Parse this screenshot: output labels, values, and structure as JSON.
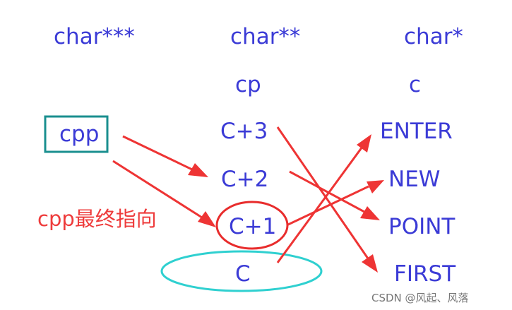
{
  "columns": {
    "left_header": "char***",
    "middle_header": "char**",
    "right_header": "char*"
  },
  "row_labels": {
    "middle": "cp",
    "right": "c"
  },
  "nodes": {
    "cpp": "cpp",
    "c3": "C+3",
    "c2": "C+2",
    "c1": "C+1",
    "c0": "C",
    "enter": "ENTER",
    "new": "NEW",
    "point": "POINT",
    "first": "FIRST"
  },
  "annotation": "cpp最终指向",
  "watermark": "CSDN @风起、风落",
  "colors": {
    "text_blue": "#3b3bd6",
    "arrow_red": "#ee3434",
    "annotation_red": "#ee3b3b",
    "box_teal": "#1a8f8f",
    "ellipse_red": "#e82c2c",
    "ellipse_cyan": "#2fd0d0"
  }
}
